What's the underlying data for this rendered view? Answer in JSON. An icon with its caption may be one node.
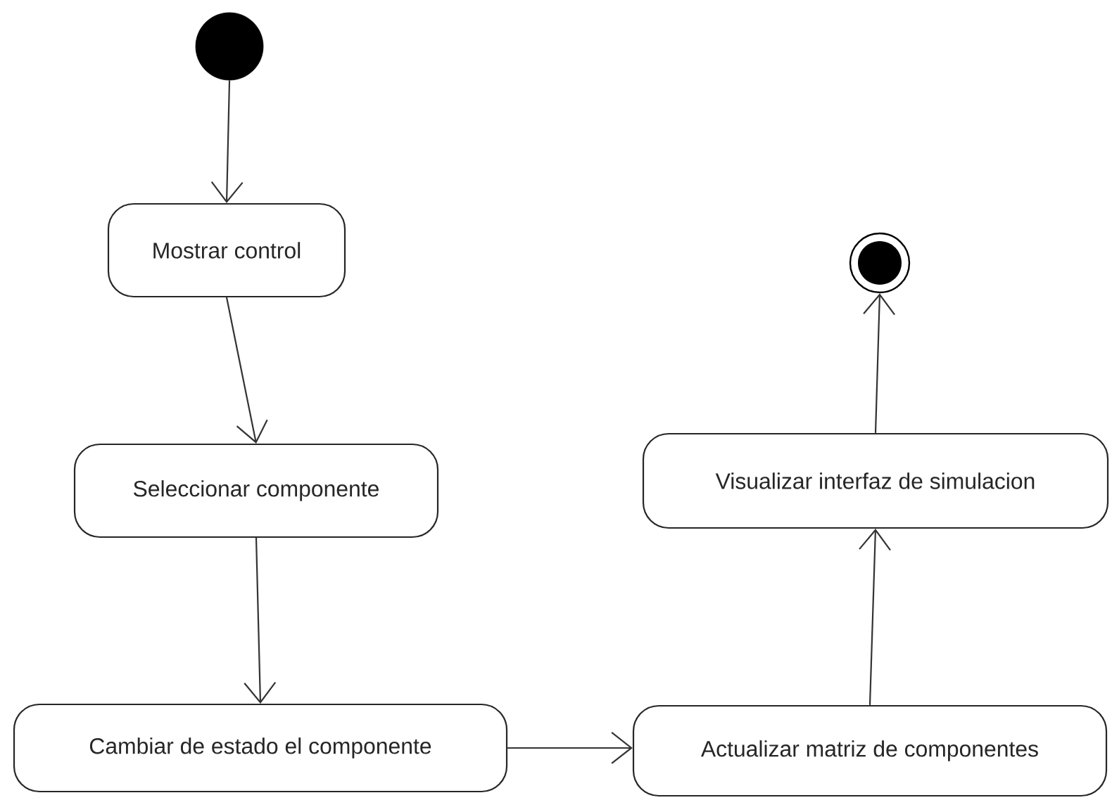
{
  "diagram": {
    "nodes": [
      {
        "text": [],
        "shape": "circle"
      },
      {
        "text": [
          "Mostrar control"
        ]
      },
      {
        "text": [
          "Seleccionar componente"
        ]
      },
      {
        "text": [
          "Cambiar de estado el componente"
        ]
      },
      {
        "text": [
          "Actualizar matriz de componentes"
        ]
      },
      {
        "text": [
          "Visualizar interfaz de simulacion"
        ]
      },
      {
        "text": [],
        "shape": "end-circle"
      }
    ],
    "edges": [
      {
        "from": 0,
        "to": 1,
        "arrow": "to"
      },
      {
        "from": 1,
        "to": 2,
        "arrow": "to"
      },
      {
        "from": 2,
        "to": 3,
        "arrow": "to"
      },
      {
        "from": 3,
        "to": 4,
        "arrow": "to"
      },
      {
        "from": 4,
        "to": 5,
        "arrow": "to"
      },
      {
        "from": 5,
        "to": 6,
        "arrow": "to"
      }
    ]
  }
}
